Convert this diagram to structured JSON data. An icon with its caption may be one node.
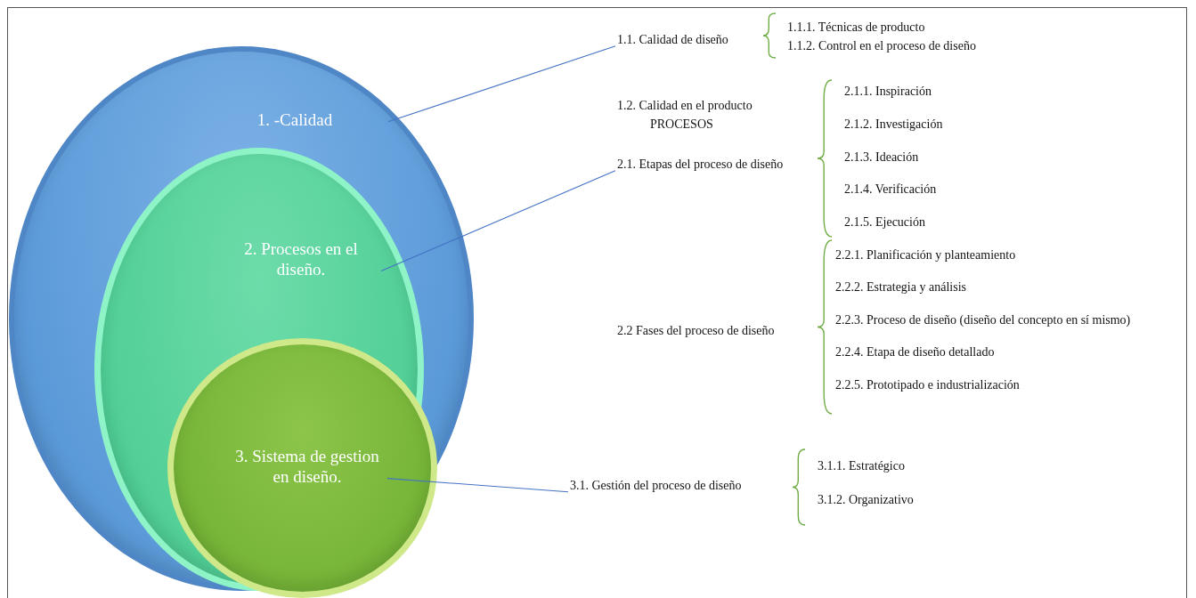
{
  "diagram": {
    "nodes": [
      {
        "text": [
          "1. -Calidad"
        ]
      },
      {
        "text": [
          "2. Procesos en el diseño."
        ],
        "in": 0
      },
      {
        "text": [
          "3. Sistema de gestion en diseño."
        ],
        "in": 1
      },
      {
        "text": [
          "1.1. Calidad de diseño"
        ]
      },
      {
        "text": [
          "2.1. Etapas del proceso de diseño"
        ]
      },
      {
        "text": [
          "3.1. Gestión del proceso de diseño"
        ]
      }
    ],
    "edges": [
      {
        "from": 0,
        "to": 3,
        "arrow": "none"
      },
      {
        "from": 1,
        "to": 4,
        "arrow": "none"
      },
      {
        "from": 2,
        "to": 5,
        "arrow": "none"
      }
    ],
    "labels": [
      "1.1.1. Técnicas de producto",
      "1.1.2. Control en el proceso de diseño",
      "1.2. Calidad en el producto",
      "PROCESOS",
      "2.1.1. Inspiración",
      "2.1.2. Investigación",
      "2.1.3. Ideación",
      "2.1.4. Verificación",
      "2.1.5. Ejecución",
      "2.2 Fases del proceso de diseño",
      "2.2.1. Planificación y planteamiento",
      "2.2.2. Estrategia y análisis",
      "2.2.3. Proceso de diseño (diseño del concepto en sí mismo)",
      "2.2.4. Etapa de diseño detallado",
      "2.2.5. Prototipado e industrialización",
      "3.1.1. Estratégico",
      "3.1.2. Organizativo"
    ]
  }
}
